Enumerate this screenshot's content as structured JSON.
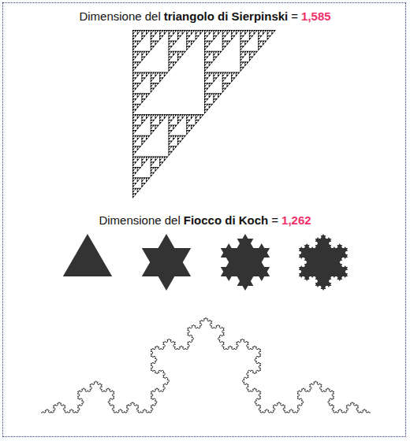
{
  "diagram": {
    "labels": [
      "Dimensione del",
      "triangolo di Sierpinski",
      "=",
      "1,585",
      "Dimensione del",
      "Fiocco di Koch",
      "=",
      "1,262"
    ]
  }
}
